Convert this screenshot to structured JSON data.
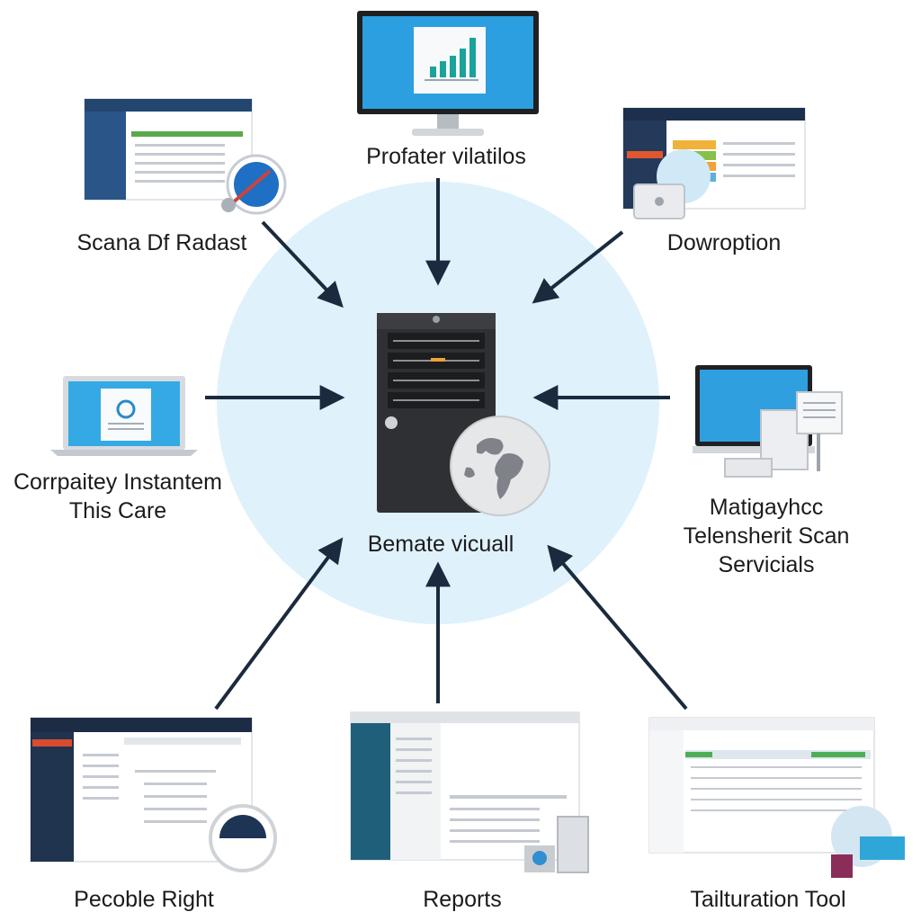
{
  "diagram": {
    "hub": {
      "label": "Bemate vicuall",
      "icon": "server-tower-with-globe-icon",
      "background_color": "#dff1fb"
    },
    "arrow_color": "#1b2a3d",
    "nodes": [
      {
        "id": "top-center",
        "label": "Profater vilatilos",
        "icon": "monitor-bar-chart-icon"
      },
      {
        "id": "top-left",
        "label": "Scana Df Radast",
        "icon": "dashboard-with-gauge-icon"
      },
      {
        "id": "top-right",
        "label": "Dowroption",
        "icon": "dashboard-with-storage-icon"
      },
      {
        "id": "middle-left",
        "lines": [
          "Corrpaitey Instantem",
          "This Care"
        ],
        "icon": "laptop-scan-icon"
      },
      {
        "id": "middle-right",
        "lines": [
          "Matigayhcc",
          "Telensherit Scan",
          "Servicials"
        ],
        "icon": "monitor-devices-icon"
      },
      {
        "id": "bottom-left",
        "label": "Pecoble Right",
        "icon": "file-manager-with-badge-icon"
      },
      {
        "id": "bottom-center",
        "label": "Reports",
        "icon": "reports-window-icon"
      },
      {
        "id": "bottom-right",
        "label": "Tailturation Tool",
        "icon": "spreadsheet-with-cloud-icon"
      }
    ]
  }
}
